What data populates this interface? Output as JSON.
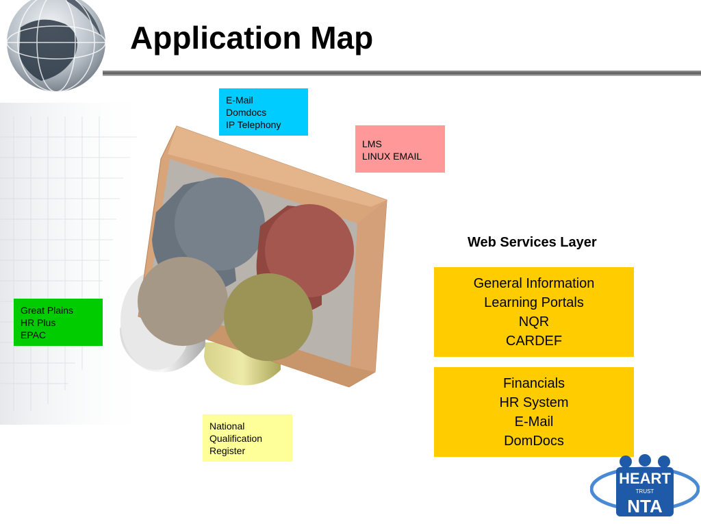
{
  "slide": {
    "title": "Application Map",
    "boxes": {
      "email": {
        "lines": [
          "E-Mail",
          "Domdocs",
          "IP Telephony"
        ],
        "color": "#00ccff"
      },
      "lms": {
        "lines": [
          "LMS",
          "LINUX EMAIL"
        ],
        "color": "#ff9999"
      },
      "great_plains": {
        "lines": [
          "Great Plains",
          "HR Plus",
          "EPAC"
        ],
        "color": "#00cc00"
      },
      "nqr": {
        "lines": [
          "National",
          "Qualification",
          "Register"
        ],
        "color": "#ffff99"
      }
    },
    "web_services": {
      "heading": "Web Services Layer",
      "panels": [
        {
          "lines": [
            "General Information",
            "Learning Portals",
            "NQR",
            "CARDEF"
          ]
        },
        {
          "lines": [
            "Financials",
            "HR System",
            "E-Mail",
            "DomDocs"
          ]
        }
      ],
      "color": "#ffcc00"
    },
    "logo": {
      "name": "heart-nta-logo",
      "text_top": "HEART",
      "text_sub": "TRUST",
      "text_bottom": "NTA"
    }
  }
}
